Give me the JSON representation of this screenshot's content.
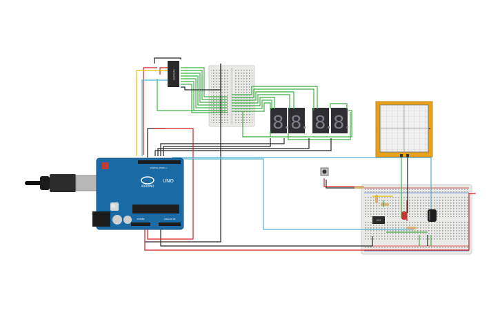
{
  "arduino": {
    "brand_text": "ARDUINO",
    "model_text": "UNO",
    "power_header_label": "POWER",
    "analog_header_label": "ANALOG IN",
    "digital_header_label": "DIGITAL (PWM~)"
  },
  "shift_register": {
    "label": "74HC595"
  },
  "timer_ic": {
    "label": "555"
  },
  "seven_segment_digits": [
    {
      "glyph": "8."
    },
    {
      "glyph": "8."
    },
    {
      "glyph": "8."
    },
    {
      "glyph": "8."
    }
  ],
  "colors": {
    "board_blue": "#1a6aa6",
    "wire_green": "#3cb043",
    "wire_red": "#d21f1f",
    "wire_black": "#222222",
    "wire_blue": "#4fb0d0",
    "wire_yellow": "#e6c200",
    "oscilloscope_frame": "#e8a21a",
    "breadboard": "#e9e9e6"
  }
}
